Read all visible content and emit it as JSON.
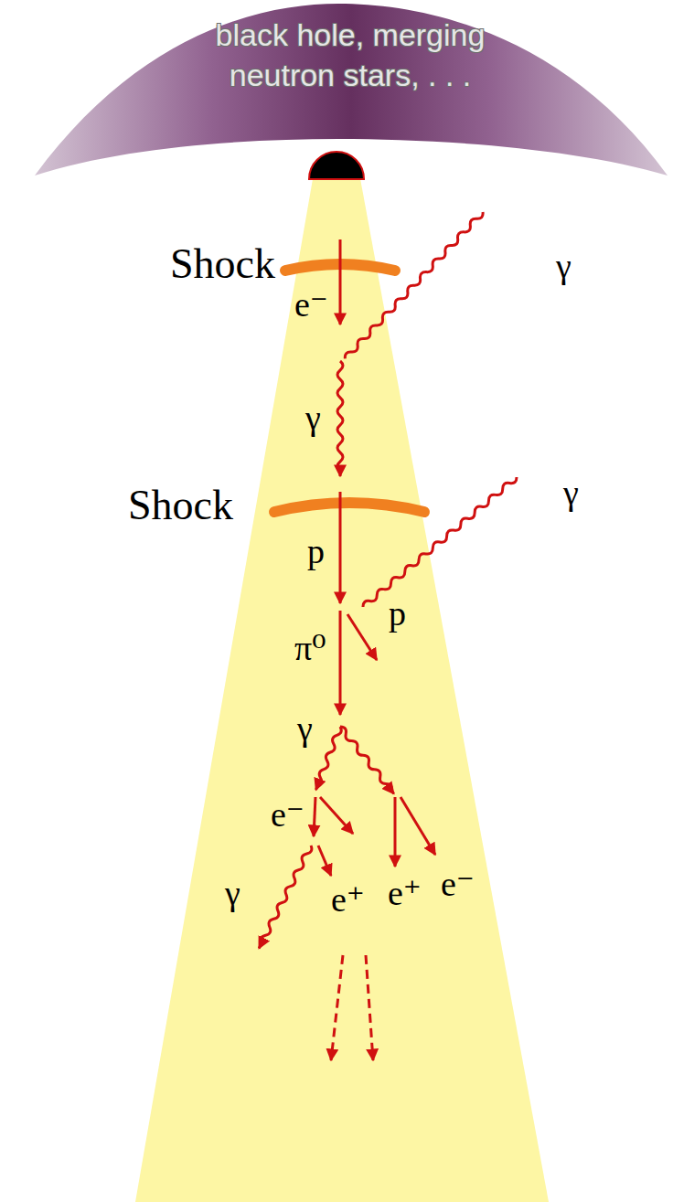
{
  "diagram": {
    "nodes": [
      {
        "text": [
          "black hole, merging neutron stars, . . ."
        ]
      }
    ],
    "labels": [
      "Shock",
      "γ",
      "e⁻",
      "γ",
      "Shock",
      "γ",
      "p",
      "p",
      "π⁰",
      "γ",
      "e⁻",
      "γ",
      "e⁺",
      "e⁺",
      "e⁻"
    ]
  }
}
